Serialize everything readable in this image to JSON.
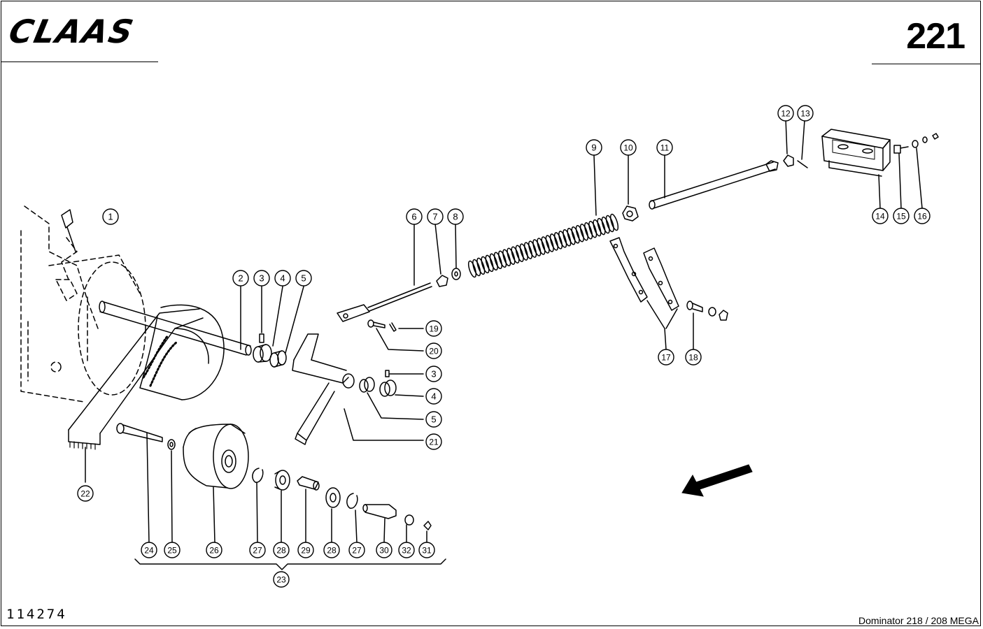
{
  "header": {
    "brand": "CLAAS",
    "page_number": "221"
  },
  "footer": {
    "drawing_number": "114274",
    "model": "Dominator 218 / 208 MEGA"
  },
  "callouts": [
    "1",
    "2",
    "3",
    "4",
    "5",
    "6",
    "7",
    "8",
    "9",
    "10",
    "11",
    "12",
    "13",
    "14",
    "15",
    "16",
    "17",
    "18",
    "19",
    "20",
    "3",
    "4",
    "5",
    "21",
    "22",
    "24",
    "25",
    "26",
    "27",
    "28",
    "29",
    "28",
    "27",
    "30",
    "32",
    "31",
    "23"
  ],
  "icons": {
    "direction": "travel-direction-arrow-icon"
  }
}
